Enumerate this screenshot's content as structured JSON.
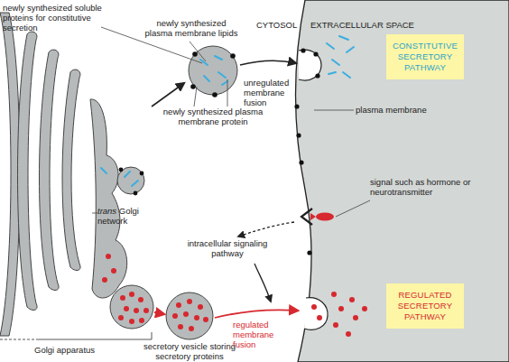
{
  "diagram": {
    "nodes": [
      {
        "text": [
          "CONSTITUTIVE SECRETORY PATHWAY"
        ]
      },
      {
        "text": [
          "REGULATED SECRETORY PATHWAY"
        ]
      }
    ],
    "labels": [
      "newly synthesized soluble proteins for constitutive secretion",
      "newly synthesized plasma membrane lipids",
      "CYTOSOL",
      "EXTRACELLULAR SPACE",
      "unregulated membrane fusion",
      "newly synthesized plasma membrane protein",
      "plasma membrane",
      "signal such as hormone or neurotransmitter",
      "trans Golgi network",
      "intracellular signaling pathway",
      "secretory vesicle storing secretory proteins",
      "regulated membrane fusion",
      "Golgi apparatus"
    ]
  }
}
